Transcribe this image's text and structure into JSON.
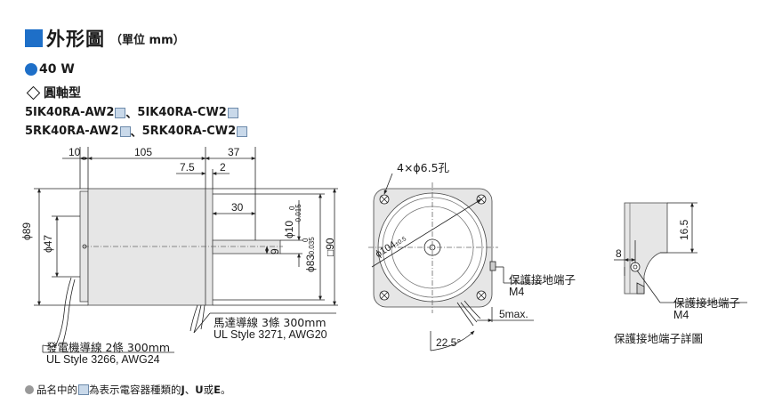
{
  "header": {
    "title": "外形圖",
    "unit": "（單位 mm）"
  },
  "section": {
    "power": "40 W",
    "shaft": "圓軸型"
  },
  "models": {
    "line1": {
      "a": "5IK40RA-AW2",
      "sep": "、",
      "b": "5IK40RA-CW2"
    },
    "line2": {
      "a": "5RK40RA-AW2",
      "sep": "、",
      "b": "5RK40RA-CW2"
    }
  },
  "dims": {
    "d10": "10",
    "d105": "105",
    "d37": "37",
    "d75": "7.5",
    "d2": "2",
    "d30": "30",
    "d9": "9",
    "phi89": "ϕ89",
    "phi47": "ϕ47",
    "phi10": "ϕ10",
    "phi10_tol_top": "0",
    "phi10_tol_bot": "-0.015",
    "phi83": "ϕ83",
    "phi83_tol_top": "0",
    "phi83_tol_bot": "-0.035",
    "sq90": "□90",
    "holes": "4×ϕ6.5孔",
    "phi104": "ϕ104",
    "phi104_tol": "±0.5",
    "angle": "22.5°",
    "max5": "5max.",
    "d8": "8",
    "d165": "16.5"
  },
  "labels": {
    "motor_lead_line1": "馬達導線 3條 300mm",
    "motor_lead_line2": "UL Style 3271, AWG20",
    "gen_lead_line1": "發電機導線 2條 300mm",
    "gen_lead_line2": "UL Style 3266, AWG24",
    "ground_line1": "保護接地端子",
    "ground_line2": "M4",
    "detail_ground_line1": "保護接地端子",
    "detail_ground_line2": "M4",
    "detail_title": "保護接地端子詳圖"
  },
  "note": {
    "prefix": "品名中的",
    "text": "為表示電容器種類的",
    "j": "J",
    "sep1": "、",
    "u": "U",
    "or": " 或 ",
    "e": "E",
    "end": "。"
  },
  "colors": {
    "accent": "#1e6fc8",
    "body_fill": "#e6e6e6",
    "box_fill": "#c9d9ea"
  }
}
